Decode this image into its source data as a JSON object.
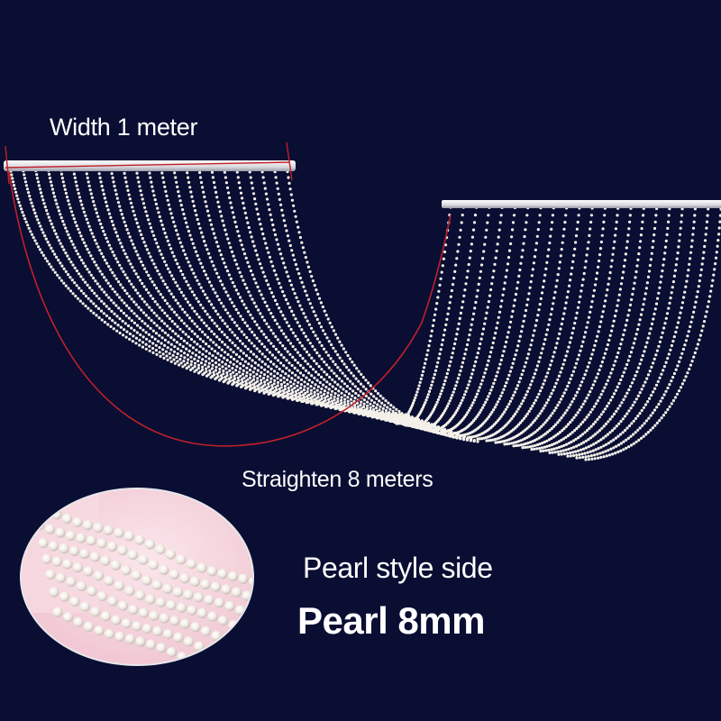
{
  "labels": {
    "width": "Width 1 meter",
    "length": "Straighten 8 meters",
    "style": "Pearl style side",
    "size": "Pearl 8mm"
  },
  "colors": {
    "background": "#0a0e33",
    "bead": "#f4f1ea",
    "rod": "#e6e6ea",
    "measure_line": "#c0202a",
    "inset_background": "#f5d2dc",
    "text": "#ffffff"
  },
  "icons": {
    "curtain": "pearl-bead-curtain",
    "inset": "pearl-strand-closeup"
  }
}
